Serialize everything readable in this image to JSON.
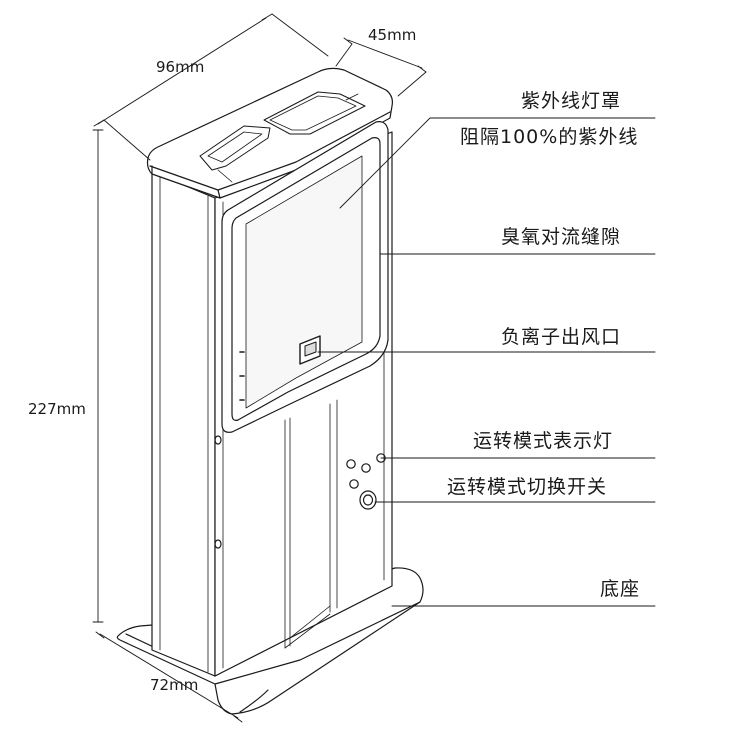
{
  "dimensions": {
    "width": "96mm",
    "depth": "45mm",
    "height": "227mm",
    "base": "72mm"
  },
  "callouts": {
    "uv_cover": "紫外线灯罩",
    "uv_block": "阻隔100%的紫外线",
    "ozone_gap": "臭氧对流缝隙",
    "ion_outlet": "负离子出风口",
    "mode_indicator": "运转模式表示灯",
    "mode_switch": "运转模式切换开关",
    "base": "底座"
  },
  "colors": {
    "line": "#1a1a1a",
    "body_fill": "#ffffff",
    "shade": "#e8e8e8"
  }
}
